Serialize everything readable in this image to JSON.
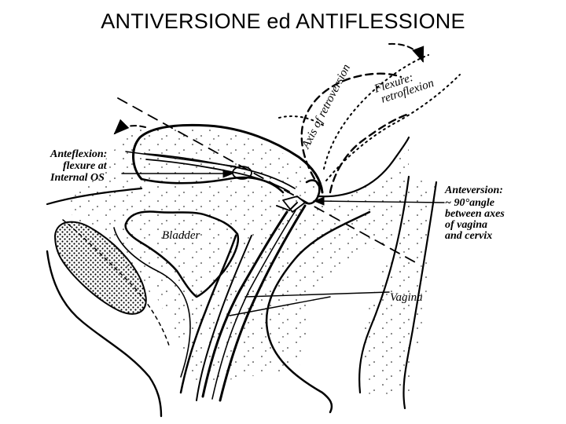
{
  "title": "ANTIVERSIONE ed ANTIFLESSIONE",
  "labels": {
    "anteflexion": [
      "Anteflexion:",
      "flexure at",
      "Internal OS"
    ],
    "anteversion": [
      "Anteversion:",
      "~ 90°angle",
      "between axes",
      "of vagina",
      "and cervix"
    ],
    "bladder": "Bladder",
    "vagina": "Vagina",
    "axis_retroversion": "Axis of retroversion",
    "flexure_retroflexion": [
      "Flexure:",
      "retroflexion"
    ]
  },
  "colors": {
    "ink": "#000000",
    "background": "#ffffff"
  }
}
